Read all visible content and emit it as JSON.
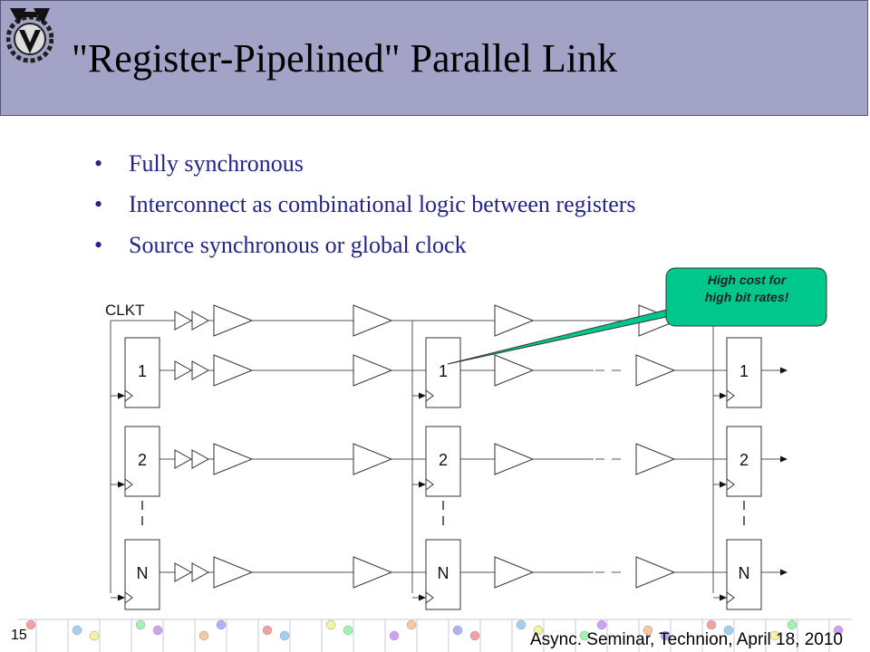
{
  "slide": {
    "title": "\"Register-Pipelined\" Parallel Link",
    "bullets": [
      "Fully synchronous",
      "Interconnect as combinational logic between registers",
      "Source synchronous or global clock"
    ],
    "page_number": "15",
    "footer": "Async. Seminar, Technion, April 18, 2010",
    "logo_icon": "technion-logo-icon"
  },
  "diagram": {
    "clock_label": "CLKT",
    "register_labels": [
      "1",
      "2",
      "N"
    ],
    "callout": {
      "line1": "High cost for",
      "line2": "high bit rates!",
      "fill": "#00c88c"
    },
    "colors": {
      "header": "#a3a3c7",
      "bullet_text": "#23238c"
    }
  }
}
